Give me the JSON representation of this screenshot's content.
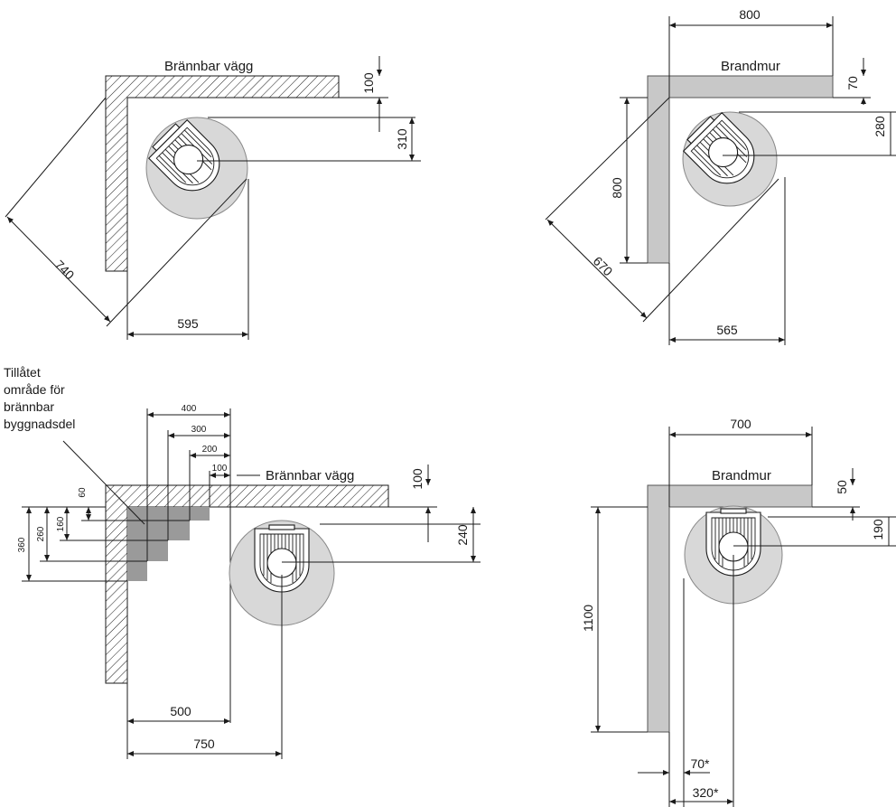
{
  "colors": {
    "line": "#1a1a1a",
    "hearth": "#d8d8d8",
    "firewall": "#c8c8c8",
    "zone": "#9a9a9a"
  },
  "panel_tl": {
    "wall_label": "Brännbar vägg",
    "d100": "100",
    "d310": "310",
    "d740": "740",
    "d595": "595"
  },
  "panel_tr": {
    "wall_label": "Brandmur",
    "d800_top": "800",
    "d70": "70",
    "d280": "280",
    "d800_side": "800",
    "d670": "670",
    "d565": "565"
  },
  "panel_bl": {
    "note_lines": [
      "Tillåtet",
      "område för",
      "brännbar",
      "byggnadsdel"
    ],
    "wall_label": "Brännbar vägg",
    "d400": "400",
    "d300": "300",
    "d200": "200",
    "d100_small": "100",
    "d60": "60",
    "d160": "160",
    "d260": "260",
    "d360": "360",
    "d100": "100",
    "d240": "240",
    "d500": "500",
    "d750": "750"
  },
  "panel_br": {
    "wall_label": "Brandmur",
    "d700": "700",
    "d50": "50",
    "d190": "190",
    "d1100": "1100",
    "d70s": "70*",
    "d320s": "320*"
  }
}
